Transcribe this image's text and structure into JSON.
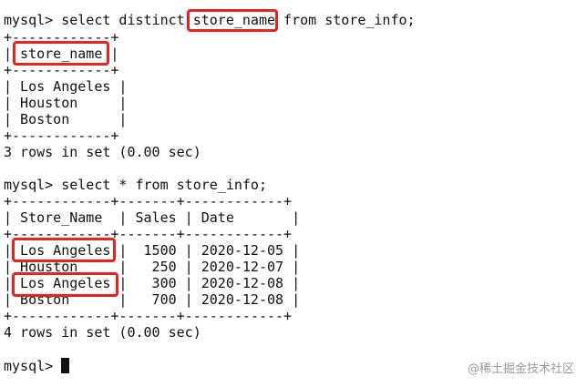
{
  "terminal": {
    "lines": [
      "mysql> select distinct store_name from store_info;",
      "+------------+",
      "| store_name |",
      "+------------+",
      "| Los Angeles |",
      "| Houston     |",
      "| Boston      |",
      "+------------+",
      "3 rows in set (0.00 sec)",
      "",
      "mysql> select * from store_info;",
      "+------------+-------+------------+",
      "| Store_Name  | Sales | Date       |",
      "+------------+-------+------------+",
      "| Los Angeles |  1500 | 2020-12-05 |",
      "| Houston     |   250 | 2020-12-07 |",
      "| Los Angeles |   300 | 2020-12-08 |",
      "| Boston      |   700 | 2020-12-08 |",
      "+------------+-------+------------+",
      "4 rows in set (0.00 sec)",
      "",
      "mysql> "
    ]
  },
  "highlight_color": "#e8231f",
  "watermark": "@稀土掘金技术社区"
}
